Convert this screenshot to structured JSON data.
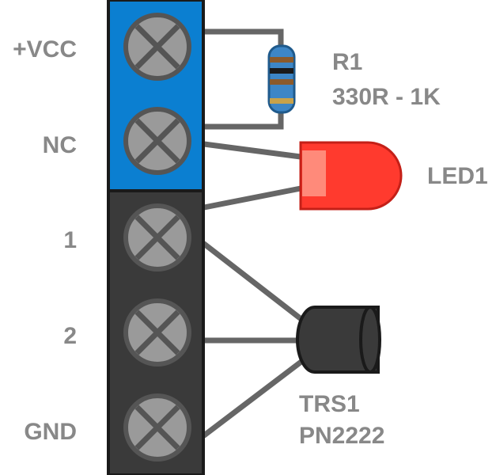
{
  "pins": [
    "+VCC",
    "NC",
    "1",
    "2",
    "GND"
  ],
  "resistor": {
    "name": "R1",
    "value": "330R - 1K"
  },
  "led": {
    "name": "LED1"
  },
  "transistor": {
    "name": "TRS1",
    "model": "PN2222"
  },
  "colors": {
    "terminal_blue": "#0b7fd1",
    "terminal_dark": "#3a3a3a",
    "screw": "#999999",
    "wire": "#666666",
    "led_red": "#ff3a2e",
    "label_gray": "#888888",
    "resistor_body": "#3d86c6"
  }
}
